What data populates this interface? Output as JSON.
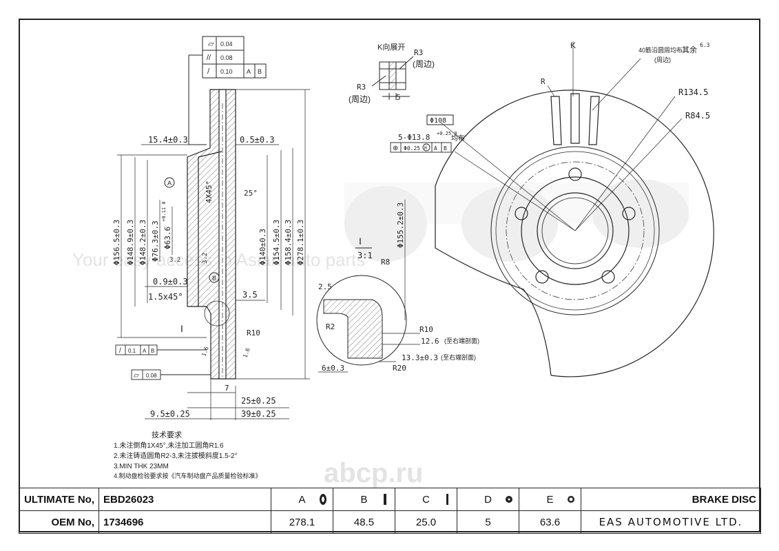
{
  "title_block": {
    "ultimate_label": "ULTIMATE No,",
    "ultimate_value": "EBD26023",
    "oem_label": "OEM No,",
    "oem_value": "1734696",
    "dims": [
      {
        "letter": "A",
        "value": "278.1",
        "icon": "disc-diameter-icon"
      },
      {
        "letter": "B",
        "value": "48.5",
        "icon": "disc-thickness-icon"
      },
      {
        "letter": "C",
        "value": "25.0",
        "icon": "disc-min-thickness-icon"
      },
      {
        "letter": "D",
        "value": "5",
        "icon": "bolt-holes-icon"
      },
      {
        "letter": "E",
        "value": "63.6",
        "icon": "center-bore-icon"
      }
    ],
    "product": "BRAKE DISC",
    "company": "EAS AUTOMOTIVE LTD."
  },
  "watermarks": {
    "brand_logo": "eas",
    "tagline": "Your easy access to Asian auto parts",
    "site": "abcp.ru"
  },
  "tolerance_frames": {
    "flatness": "0.04",
    "parallelism": "0.08",
    "runout": "0.10",
    "datum_a": "A",
    "datum_b": "B",
    "runout_small": "0.1",
    "flatness_small": "0.08"
  },
  "section_dims": {
    "d15_4": "15.4±0.3",
    "d0_5": "0.5±0.3",
    "angle25": "25°",
    "chamfer": "4X45°",
    "dia156": "Φ156.5±0.3",
    "dia148_9": "Φ148.9±0.3",
    "dia148_2": "Φ148.2±0.3",
    "dia76_3": "Φ76.3±0.3",
    "dia63_6": "Φ63.6",
    "dia63_tol": "+0.11 0",
    "dia140": "Φ140±0.3",
    "dia154_5": "Φ154.5±0.3",
    "dia158_4": "Φ158.4±0.3",
    "dia278_1": "Φ278.1±0.3",
    "d0_9": "0.9±0.3",
    "d1_5x45": "1.5x45°",
    "d3_5": "3.5",
    "r10": "R10",
    "d7": "7",
    "d25": "25±0.25",
    "d9_5": "9.5±0.25",
    "d39": "39±0.25",
    "rough1": "3.2",
    "rough2": "3.2",
    "rough3": "1.6",
    "rough4": "1.6",
    "datum_a_mark": "A",
    "datum_b_mark": "B",
    "section_mark": "I"
  },
  "k_view": {
    "title": "K向展开",
    "r3_top": "R3",
    "r3_top_note": "(周边)",
    "r3_left": "R3",
    "r3_left_note": "(周边)",
    "width": "5"
  },
  "detail_i": {
    "label": "I",
    "scale": "3:1",
    "d2_5": "2.5",
    "r8": "R8",
    "r2": "R2",
    "r10": "R10",
    "d12_6": "12.6",
    "d12_6_note": "(至右端剖面)",
    "d13_3": "13.3±0.3",
    "d13_3_note": "(至右端剖面)",
    "d6": "6±0.3",
    "r20": "R20",
    "dia155_2": "Φ155.2±0.3"
  },
  "front_view": {
    "k_label": "K",
    "ribs_note": "40筋沿圆周均布",
    "ribs_note2": "(周边)",
    "other_note": "其余",
    "other_rough": "6.3",
    "r134_5": "R134.5",
    "r84_5": "R84.5",
    "r_label": "R",
    "pcd": "Φ108",
    "holes": "5-Φ13.8",
    "holes_tol": "+0.25 0",
    "holes_note": "均布",
    "position_tol": "Φ0.25",
    "position_m": "M",
    "position_a": "A",
    "position_b": "B"
  },
  "notes": {
    "heading": "技术要求",
    "line1": "1.未注倒角1X45°,未注加工圆角R1.6",
    "line2": "2.未注铸造圆角R2-3,未注拔模斜度1.5-2°",
    "line3": "3.MIN THK 23MM",
    "line4": "4.制动盘检验要求按《汽车制动盘产品质量检验标准》"
  }
}
